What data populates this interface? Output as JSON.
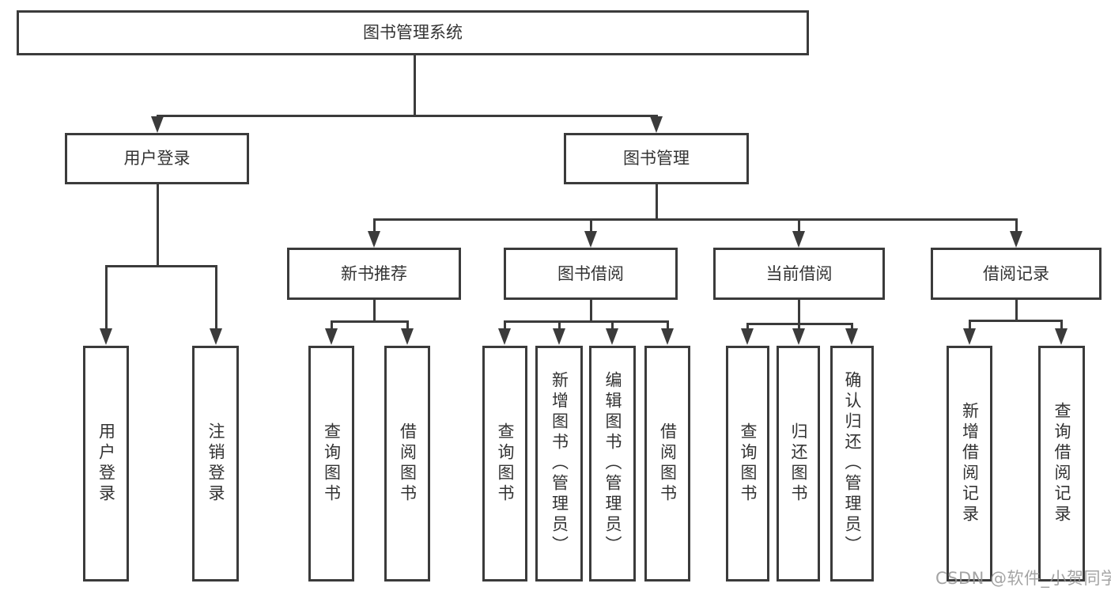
{
  "title": "图书管理系统",
  "watermark": "CSDN @软件_小贺同学",
  "colors": {
    "line": "#3b3b3b",
    "text": "#333333",
    "background": "#ffffff",
    "watermark": "#949494"
  },
  "nodes": {
    "root": "图书管理系统",
    "userLogin": {
      "label": "用户登录",
      "children": {
        "login": "用户登录",
        "logout": "注销登录"
      }
    },
    "bookManagement": {
      "label": "图书管理"
    },
    "newBooks": {
      "label": "新书推荐",
      "children": {
        "query": "查询图书",
        "borrow": "借阅图书"
      }
    },
    "bookBorrowing": {
      "label": "图书借阅",
      "children": {
        "query": "查询图书",
        "add": "新增图书（管理员）",
        "edit": "编辑图书（管理员）",
        "borrow": "借阅图书"
      }
    },
    "currentBorrowing": {
      "label": "当前借阅",
      "children": {
        "query": "查询图书",
        "return": "归还图书",
        "confirmReturn": "确认归还（管理员）"
      }
    },
    "borrowRecords": {
      "label": "借阅记录",
      "children": {
        "add": "新增借阅记录",
        "query": "查询借阅记录"
      }
    }
  }
}
